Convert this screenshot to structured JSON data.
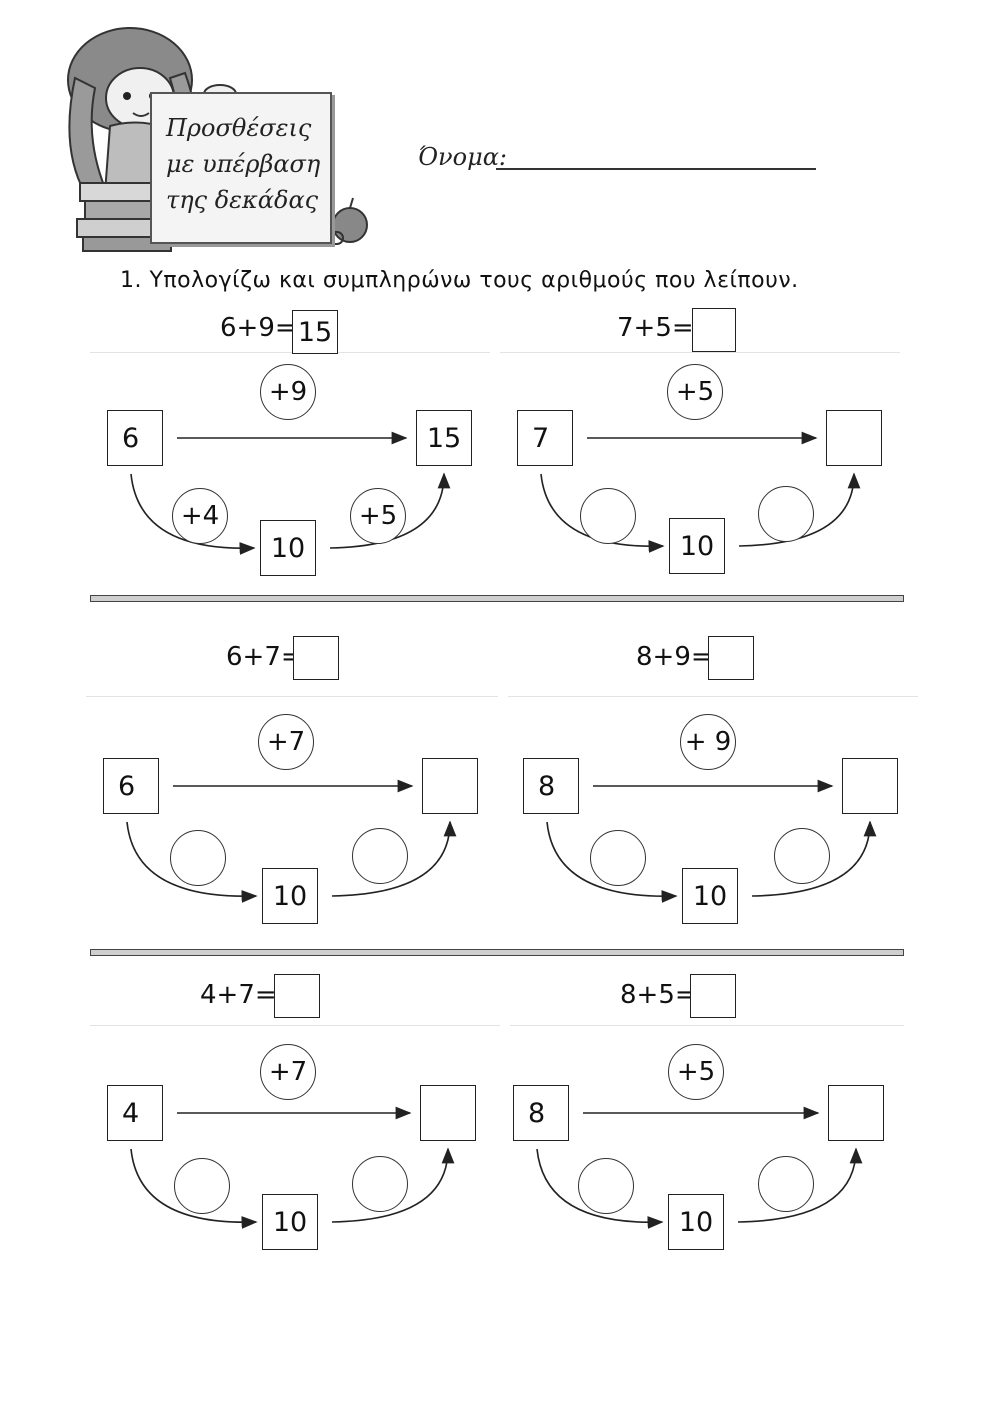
{
  "header": {
    "title_lines": [
      "Προσθέσεις",
      "με υπέρβαση",
      "της δεκάδας"
    ],
    "name_label": "Όνομα:"
  },
  "instruction": "1. Υπολογίζω και συμπληρώνω τους αριθμούς που λείπουν.",
  "exercises": [
    {
      "equation": "6+9=",
      "answer": "15",
      "start": "6",
      "top_step": "+9",
      "end": "15",
      "step1": "+4",
      "middle": "10",
      "step2": "+5"
    },
    {
      "equation": "7+5=",
      "answer": "",
      "start": "7",
      "top_step": "+5",
      "end": "",
      "step1": "",
      "middle": "10",
      "step2": ""
    },
    {
      "equation": "6+7=",
      "answer": "",
      "start": "6",
      "top_step": "+7",
      "end": "",
      "step1": "",
      "middle": "10",
      "step2": ""
    },
    {
      "equation": "8+9=",
      "answer": "",
      "start": "8",
      "top_step": "+ 9",
      "end": "",
      "step1": "",
      "middle": "10",
      "step2": ""
    },
    {
      "equation": "4+7=",
      "answer": "",
      "start": "4",
      "top_step": "+7",
      "end": "",
      "step1": "",
      "middle": "10",
      "step2": ""
    },
    {
      "equation": "8+5=",
      "answer": "",
      "start": "8",
      "top_step": "+5",
      "end": "",
      "step1": "",
      "middle": "10",
      "step2": ""
    }
  ]
}
